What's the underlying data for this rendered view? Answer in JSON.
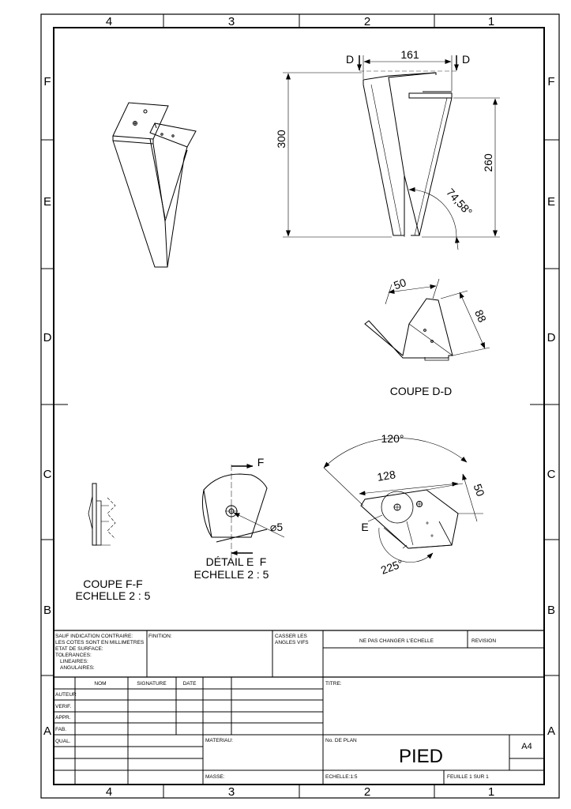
{
  "border": {
    "columns": [
      "4",
      "3",
      "2",
      "1"
    ],
    "rows": [
      "F",
      "E",
      "D",
      "C",
      "B",
      "A"
    ]
  },
  "views": {
    "front": {
      "dim_width": "161",
      "dim_height_total": "300",
      "dim_height_inner": "260",
      "angle": "74,58°",
      "section_mark": "D"
    },
    "section_dd": {
      "title": "COUPE D-D",
      "dim_a": "50",
      "dim_b": "88"
    },
    "top": {
      "angle_outer": "120°",
      "dim_length": "128",
      "dim_width": "50",
      "angle_inner": "225°",
      "detail_mark": "E"
    },
    "detail_e": {
      "title_line1": "DÉTAIL E",
      "title_line2": "ECHELLE 2 : 5",
      "diameter": "⌀5",
      "section_mark": "F"
    },
    "section_ff": {
      "title_line1": "COUPE F-F",
      "title_line2": "ECHELLE 2 : 5"
    }
  },
  "title_block": {
    "general_notes": [
      "SAUF INDICATION CONTRAIRE:",
      "LES COTES SONT EN MILLIMETRES",
      "ETAT DE SURFACE:",
      "TOLERANCES:",
      "LINEAIRES:",
      "ANGULAIRES:"
    ],
    "finish_label": "FINITION:",
    "edges_label_1": "CASSER LES",
    "edges_label_2": "ANGLES VIFS",
    "scale_note": "NE PAS CHANGER L'ECHELLE",
    "revision_label": "REVISION",
    "col_nom": "NOM",
    "col_signature": "SIGNATURE",
    "col_date": "DATE",
    "roles": [
      "AUTEUR",
      "VERIF.",
      "APPR.",
      "FAB.",
      "QUAL."
    ],
    "title_label": "TITRE:",
    "material_label": "MATERIAU:",
    "drawing_no_label": "No. DE PLAN",
    "part_title": "PIED",
    "format": "A4",
    "mass_label": "MASSE:",
    "scale_label": "ECHELLE:1:5",
    "sheet_label": "FEUILLE 1 SUR 1"
  }
}
